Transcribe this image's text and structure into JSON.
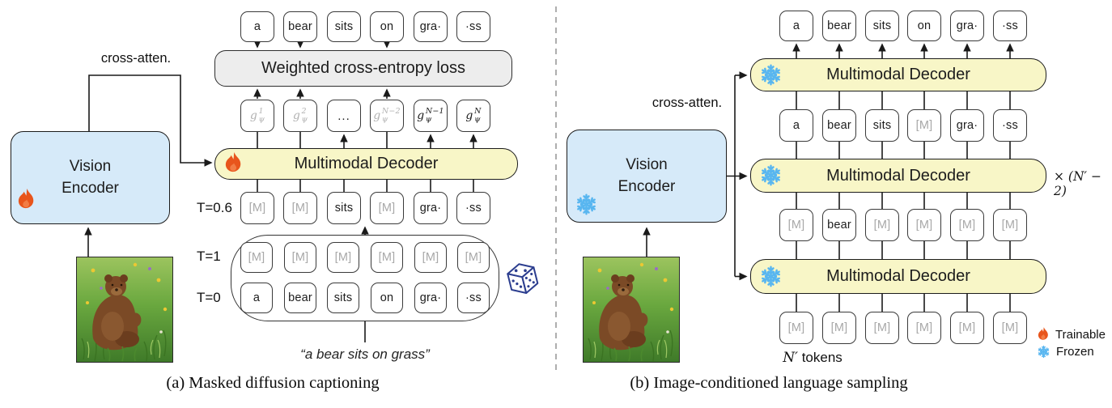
{
  "panel_a": {
    "caption": "(a) Masked diffusion captioning",
    "cross_attention": "cross-atten.",
    "vision_encoder": {
      "line1": "Vision",
      "line2": "Encoder"
    },
    "decoder_label": "Multimodal Decoder",
    "loss_label": "Weighted cross-entropy loss",
    "output_tokens": [
      "a",
      "bear",
      "sits",
      "on",
      "gra·",
      "·ss"
    ],
    "logits": {
      "base": "g",
      "sub": "ψ",
      "items": [
        {
          "sup": "1",
          "dim": true
        },
        {
          "sup": "2",
          "dim": true
        },
        {
          "dots": "...",
          "dim": false
        },
        {
          "sup": "N−2",
          "dim": true
        },
        {
          "sup": "N−1",
          "dim": false
        },
        {
          "sup": "N",
          "dim": false
        }
      ]
    },
    "rows": {
      "t06": {
        "label": "T=0.6",
        "tokens": [
          "[M]",
          "[M]",
          "sits",
          "[M]",
          "gra·",
          "·ss"
        ],
        "masked": [
          true,
          true,
          false,
          true,
          false,
          false
        ]
      },
      "t1": {
        "label": "T=1",
        "tokens": [
          "[M]",
          "[M]",
          "[M]",
          "[M]",
          "[M]",
          "[M]"
        ],
        "masked": [
          true,
          true,
          true,
          true,
          true,
          true
        ]
      },
      "t0": {
        "label": "T=0",
        "tokens": [
          "a",
          "bear",
          "sits",
          "on",
          "gra·",
          "·ss"
        ],
        "masked": [
          false,
          false,
          false,
          false,
          false,
          false
        ]
      }
    },
    "quote": "“a bear sits on grass”"
  },
  "panel_b": {
    "caption": "(b) Image-conditioned language sampling",
    "cross_attention": "cross-atten.",
    "vision_encoder": {
      "line1": "Vision",
      "line2": "Encoder"
    },
    "decoders": [
      "Multimodal Decoder",
      "Multimodal Decoder",
      "Multimodal Decoder"
    ],
    "repeat_label": "× (N′ − 2)",
    "rows": {
      "output": {
        "tokens": [
          "a",
          "bear",
          "sits",
          "on",
          "gra·",
          "·ss"
        ],
        "masked": [
          false,
          false,
          false,
          false,
          false,
          false
        ]
      },
      "mid": {
        "tokens": [
          "a",
          "bear",
          "sits",
          "[M]",
          "gra·",
          "·ss"
        ],
        "masked": [
          false,
          false,
          false,
          true,
          false,
          false
        ]
      },
      "partial": {
        "tokens": [
          "[M]",
          "bear",
          "[M]",
          "[M]",
          "[M]",
          "[M]"
        ],
        "masked": [
          true,
          false,
          true,
          true,
          true,
          true
        ]
      },
      "input": {
        "tokens": [
          "[M]",
          "[M]",
          "[M]",
          "[M]",
          "[M]",
          "[M]"
        ],
        "masked": [
          true,
          true,
          true,
          true,
          true,
          true
        ]
      }
    },
    "n_tokens": {
      "math": "N′",
      "rest": " tokens"
    }
  },
  "legend": {
    "trainable": "Trainable",
    "frozen": "Frozen"
  },
  "icons": {
    "trainable": "flame-icon",
    "frozen": "snowflake-icon",
    "sampling": "dice-icon"
  },
  "colors": {
    "decoder_fill": "#f8f6c7",
    "encoder_fill": "#d6eaf9",
    "loss_fill": "#ededed",
    "masked_text": "#a8a8a8",
    "flame_orange": "#e8551c",
    "snowflake_blue": "#58b6f0",
    "dice_navy": "#2c3e8f"
  }
}
